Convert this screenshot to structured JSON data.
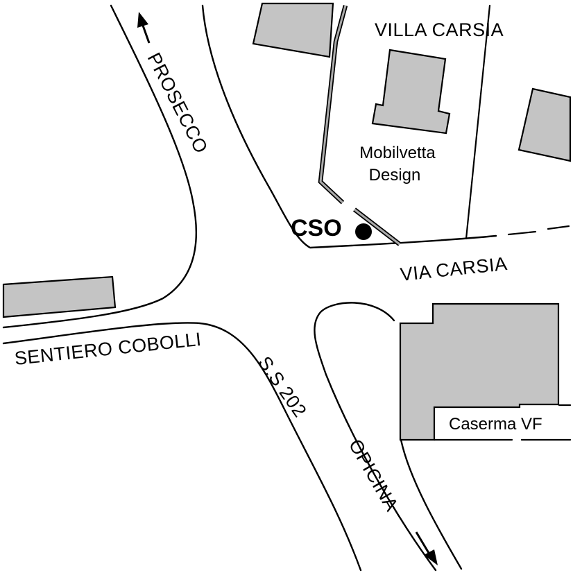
{
  "map": {
    "labels": {
      "villa_carsia": "VILLA CARSIA",
      "prosecco": "PROSECCO",
      "mobilvetta_line1": "Mobilvetta",
      "mobilvetta_line2": "Design",
      "cso": "CSO",
      "via_carsia": "VIA CARSIA",
      "sentiero_cobolli": "SENTIERO COBOLLI",
      "ss202": "S.S 202",
      "opicina": "OPICINA",
      "caserma_vf": "Caserma VF"
    },
    "colors": {
      "building_fill": "#c4c4c4",
      "line": "#000000",
      "background": "#ffffff",
      "wall_fill": "#aaaaaa"
    },
    "icons": {
      "north_arrow": "arrow-up-icon",
      "south_arrow": "arrow-down-icon",
      "cso_marker": "location-dot-icon"
    }
  }
}
